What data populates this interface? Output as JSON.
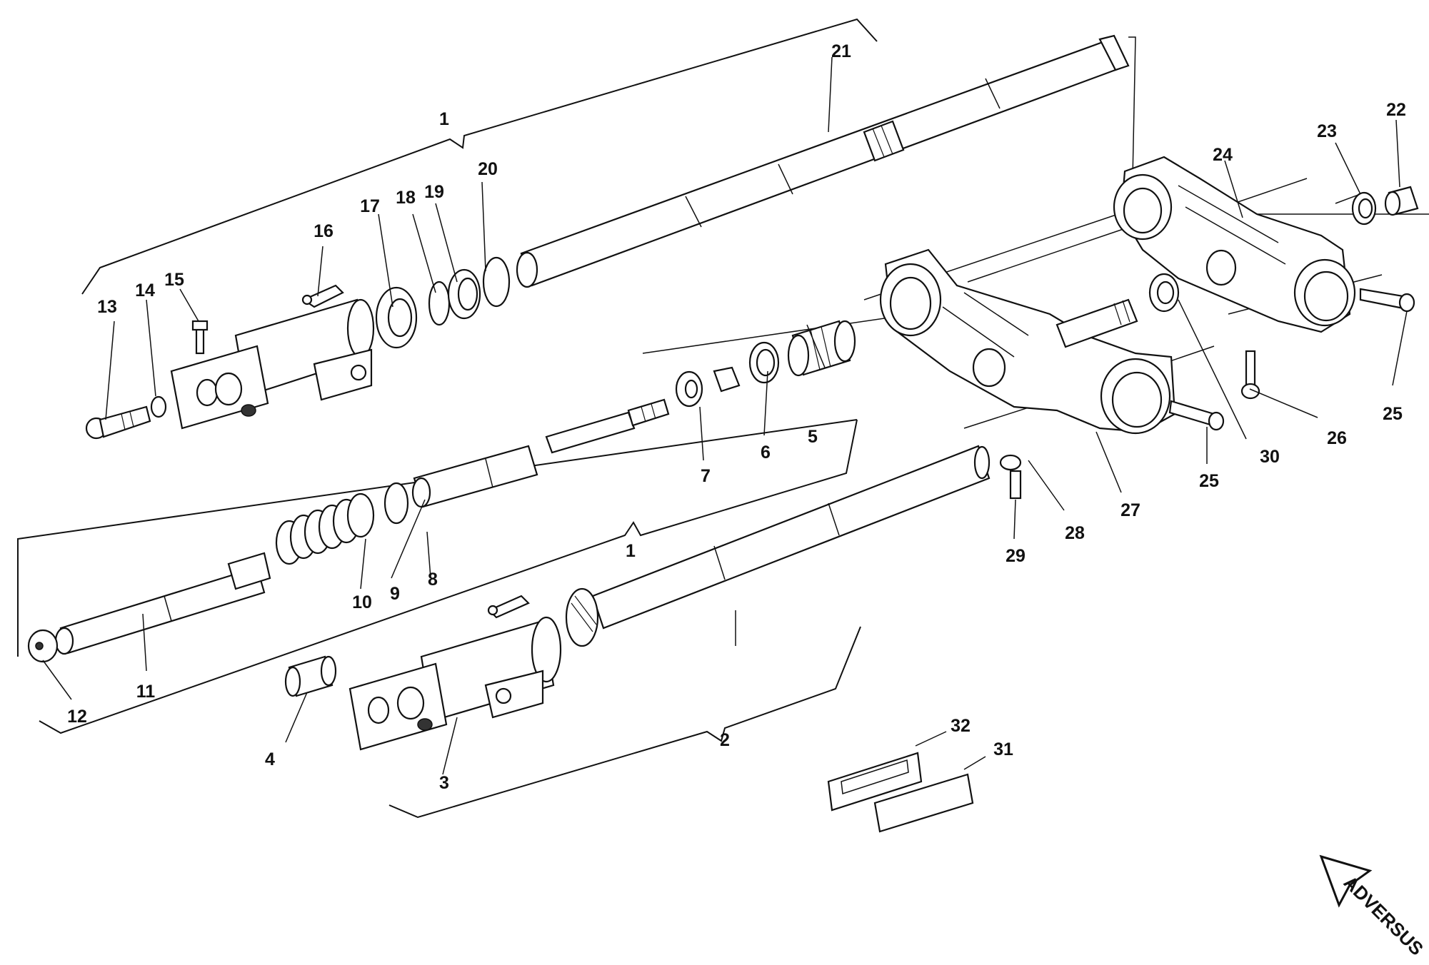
{
  "diagram": {
    "callouts": [
      {
        "id": "c1a",
        "text": "1"
      },
      {
        "id": "c1b",
        "text": "1"
      },
      {
        "id": "c2",
        "text": "2"
      },
      {
        "id": "c3",
        "text": "3"
      },
      {
        "id": "c4",
        "text": "4"
      },
      {
        "id": "c5",
        "text": "5"
      },
      {
        "id": "c6",
        "text": "6"
      },
      {
        "id": "c7",
        "text": "7"
      },
      {
        "id": "c8",
        "text": "8"
      },
      {
        "id": "c9",
        "text": "9"
      },
      {
        "id": "c10",
        "text": "10"
      },
      {
        "id": "c11",
        "text": "11"
      },
      {
        "id": "c12",
        "text": "12"
      },
      {
        "id": "c13",
        "text": "13"
      },
      {
        "id": "c14",
        "text": "14"
      },
      {
        "id": "c15",
        "text": "15"
      },
      {
        "id": "c16",
        "text": "16"
      },
      {
        "id": "c17",
        "text": "17"
      },
      {
        "id": "c18",
        "text": "18"
      },
      {
        "id": "c19",
        "text": "19"
      },
      {
        "id": "c20",
        "text": "20"
      },
      {
        "id": "c21",
        "text": "21"
      },
      {
        "id": "c22",
        "text": "22"
      },
      {
        "id": "c23",
        "text": "23"
      },
      {
        "id": "c24",
        "text": "24"
      },
      {
        "id": "c25a",
        "text": "25"
      },
      {
        "id": "c25b",
        "text": "25"
      },
      {
        "id": "c26",
        "text": "26"
      },
      {
        "id": "c27",
        "text": "27"
      },
      {
        "id": "c28",
        "text": "28"
      },
      {
        "id": "c29",
        "text": "29"
      },
      {
        "id": "c30",
        "text": "30"
      },
      {
        "id": "c31",
        "text": "31"
      },
      {
        "id": "c32",
        "text": "32"
      }
    ],
    "brand": "ADVERSUS"
  }
}
